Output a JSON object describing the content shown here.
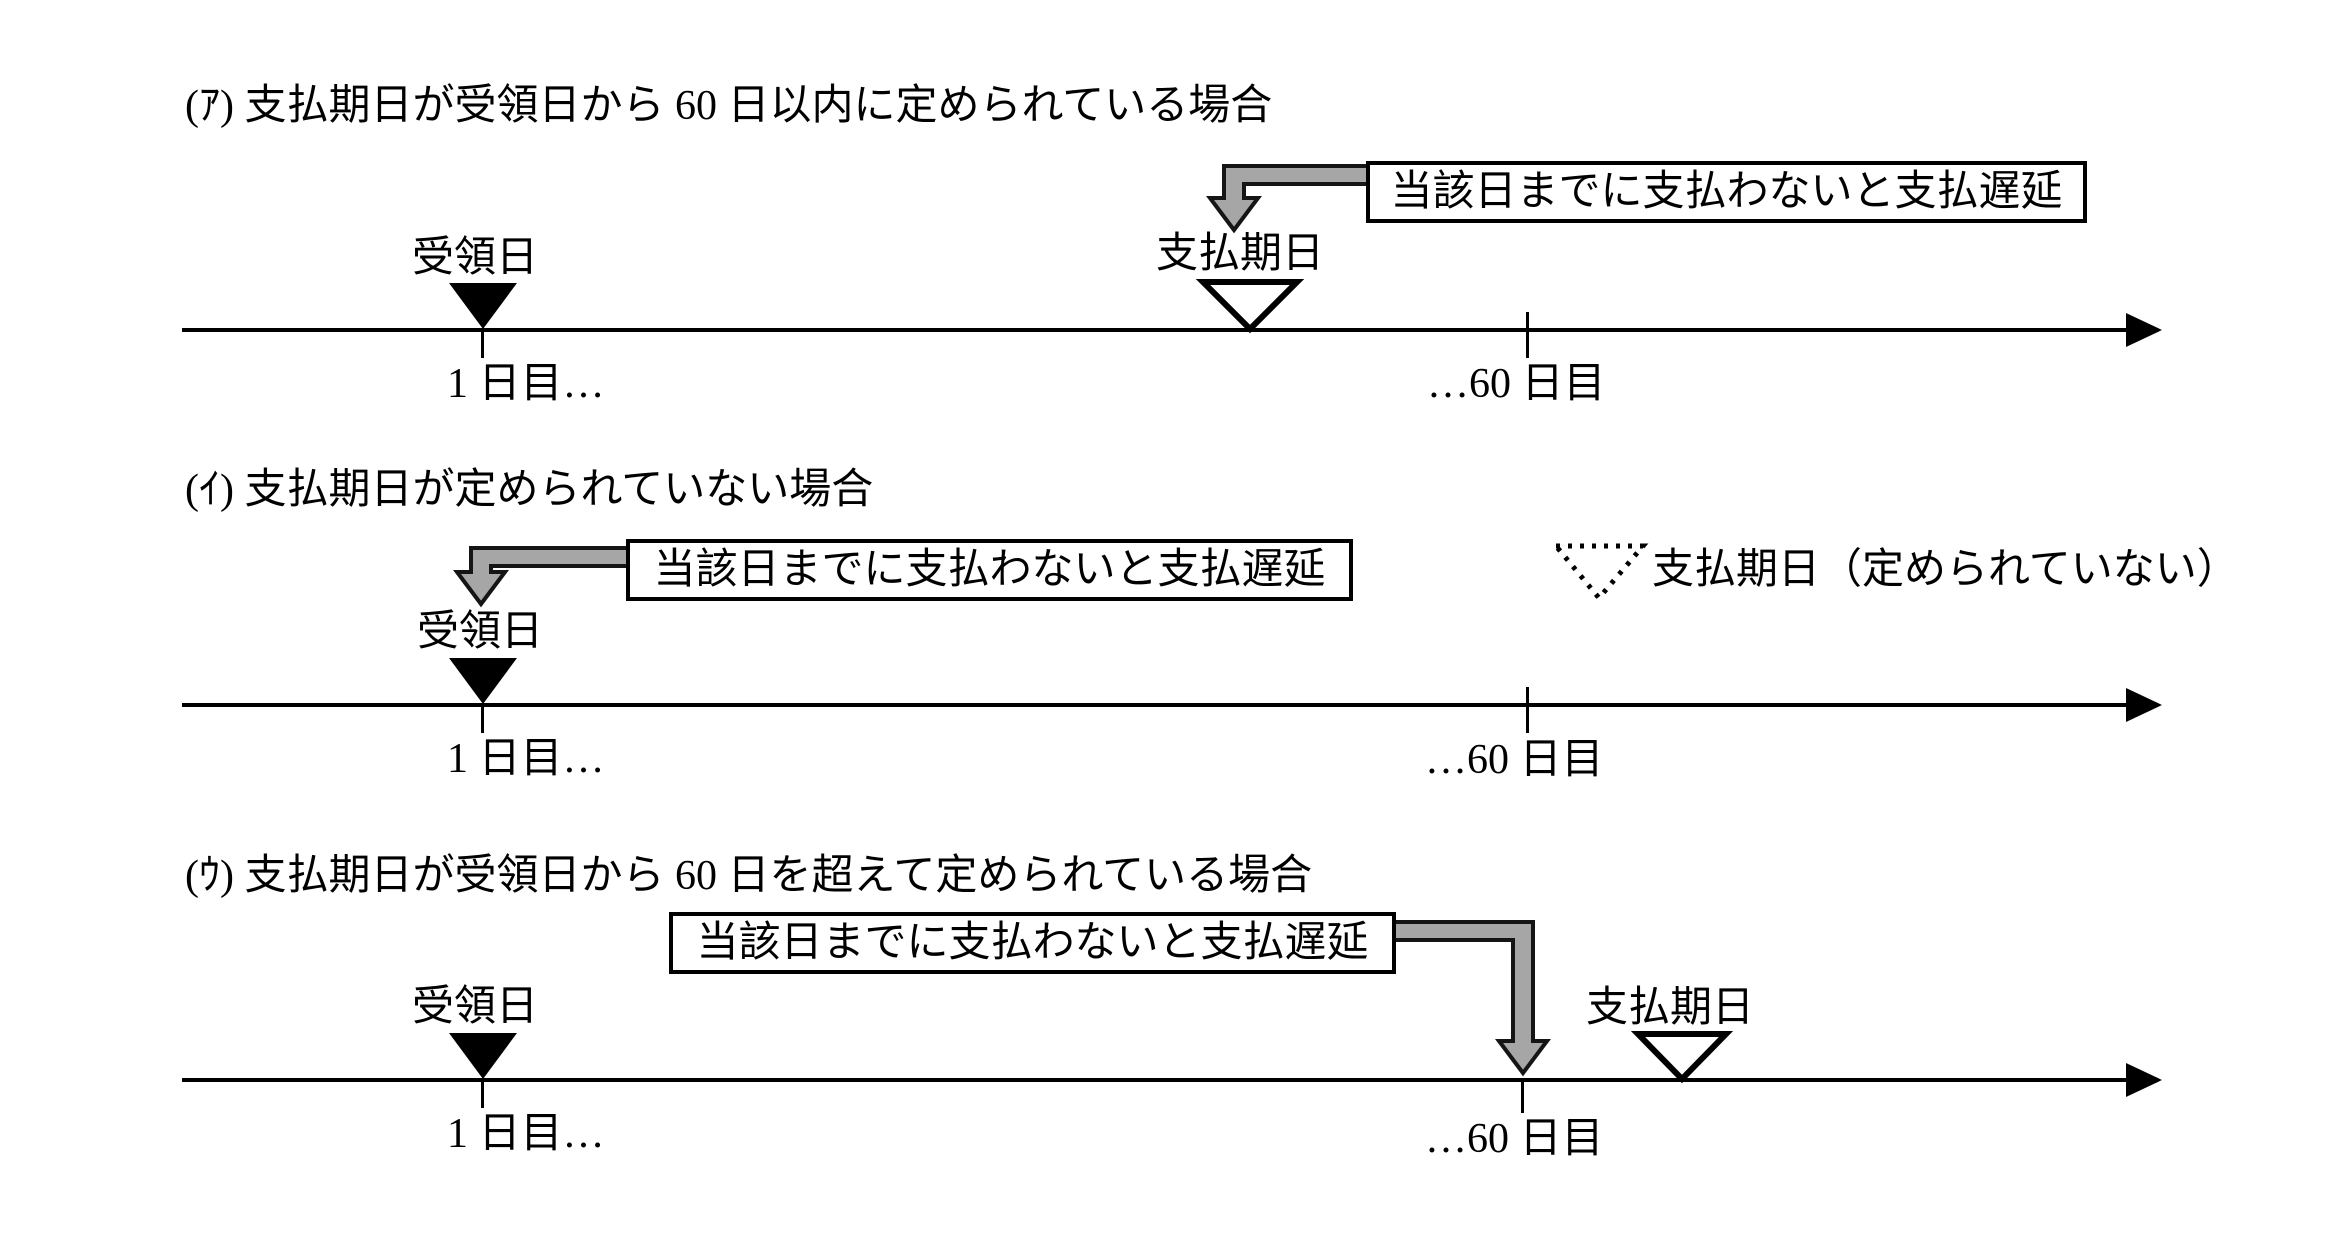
{
  "colors": {
    "background": "#ffffff",
    "ink": "#000000",
    "arrow_fill": "#a6a6a6",
    "arrow_stroke": "#151515"
  },
  "sections": [
    {
      "heading": "(ｱ) 支払期日が受領日から 60 日以内に定められている場合",
      "callout": "当該日までに支払わないと支払遅延",
      "receipt_label": "受領日",
      "due_label": "支払期日",
      "day1_label": "1 日目…",
      "day60_label": "…60 日目"
    },
    {
      "heading": "(ｲ) 支払期日が定められていない場合",
      "callout": "当該日までに支払わないと支払遅延",
      "receipt_label": "受領日",
      "legend_label": "支払期日（定められていない）",
      "day1_label": "1 日目…",
      "day60_label": "…60 日目"
    },
    {
      "heading": "(ｳ) 支払期日が受領日から 60 日を超えて定められている場合",
      "callout": "当該日までに支払わないと支払遅延",
      "receipt_label": "受領日",
      "due_label": "支払期日",
      "day1_label": "1 日目…",
      "day60_label": "…60 日目"
    }
  ]
}
